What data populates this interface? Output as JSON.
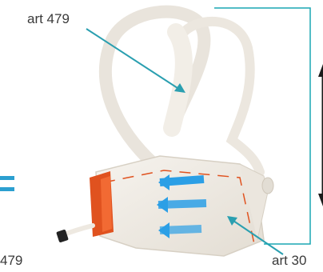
{
  "labels": {
    "top_product": "art 479",
    "bottom_left": "479",
    "bottom_right": "art 30"
  },
  "symbols": {
    "equals": "="
  },
  "colors": {
    "bracket_line": "#1aa7b3",
    "pointer_arrow": "#2a9fb0",
    "airflow_arrow": "#2b9fe6",
    "accent_orange": "#e0521f",
    "equals": "#2c9fd0",
    "double_arrow": "#1a1a1a"
  },
  "icons": {
    "airflow": "airflow-arrow-icon",
    "height": "double-arrow-icon"
  }
}
